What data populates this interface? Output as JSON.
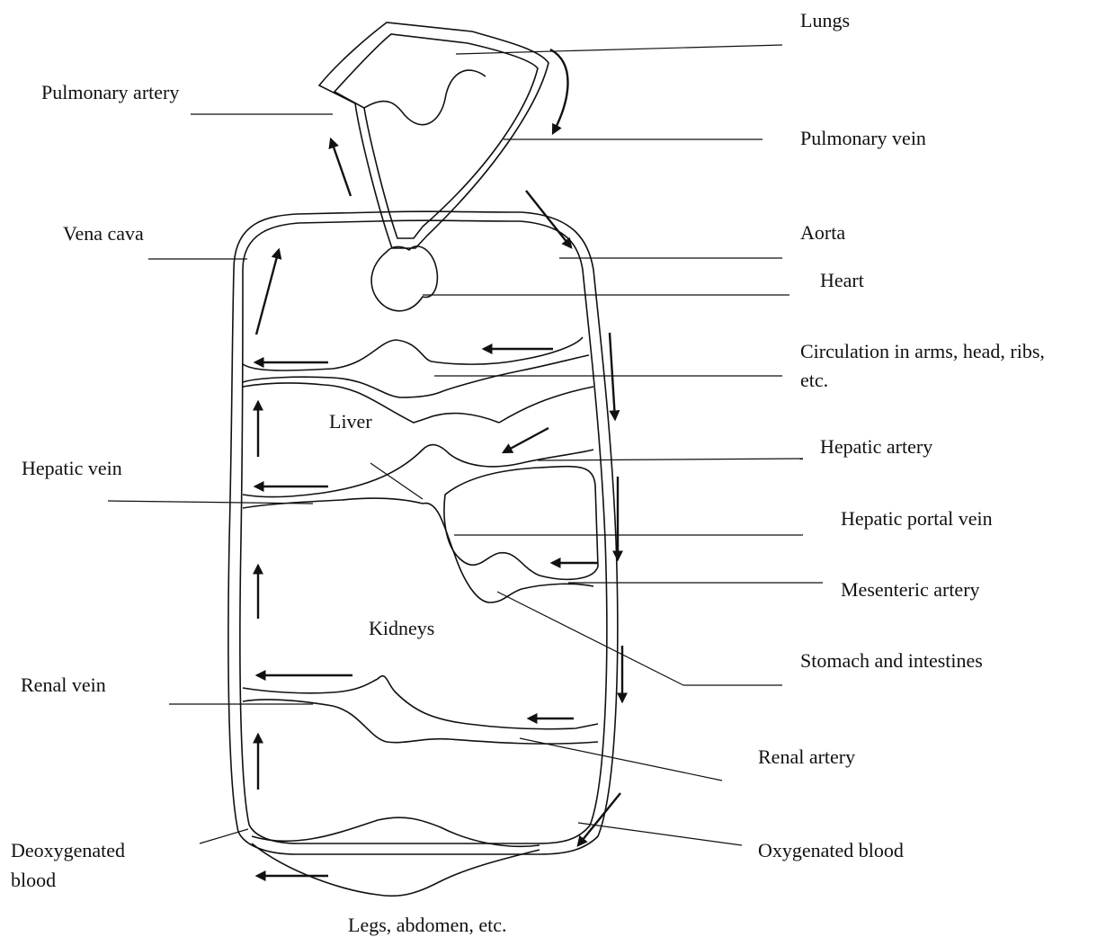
{
  "labels": {
    "lungs": "Lungs",
    "pulmonary_artery": "Pulmonary artery",
    "pulmonary_vein": "Pulmonary vein",
    "vena_cava": "Vena cava",
    "aorta": "Aorta",
    "heart": "Heart",
    "circulation_line1": "Circulation in arms, head, ribs,",
    "circulation_line2": "etc.",
    "liver": "Liver",
    "hepatic_artery": "Hepatic artery",
    "hepatic_vein": "Hepatic vein",
    "hepatic_portal_vein": "Hepatic portal vein",
    "mesenteric_artery": "Mesenteric artery",
    "kidneys": "Kidneys",
    "stomach_intestines": "Stomach and intestines",
    "renal_vein": "Renal vein",
    "renal_artery": "Renal artery",
    "deoxygenated_line1": "Deoxygenated",
    "deoxygenated_line2": "blood",
    "oxygenated_blood": "Oxygenated blood",
    "legs_abdomen": "Legs, abdomen, etc."
  }
}
